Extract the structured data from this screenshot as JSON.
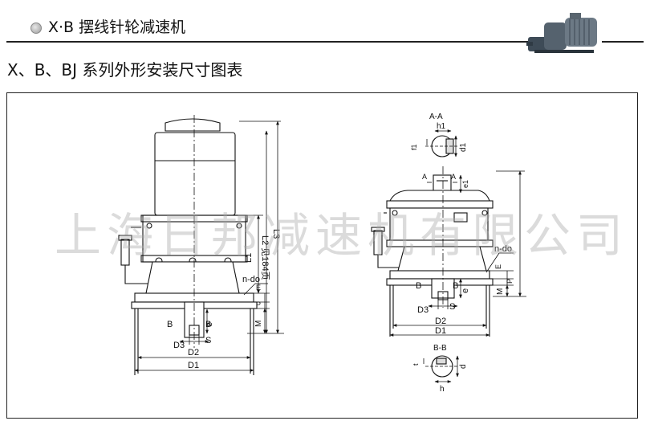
{
  "header": {
    "title": "X·B 摆线针轮减速机",
    "product_photo_icon": "gear-motor-photo-icon"
  },
  "subtitle": "X、B、BJ 系列外形安装尺寸图表",
  "watermark": "上海日邦减速机有限公司",
  "diagram_left": {
    "labels": [
      "L2 见184页",
      "L3",
      "L1",
      "n-do",
      "E",
      "P",
      "M",
      "e",
      "B",
      "B",
      "D3",
      "S",
      "D2",
      "D1"
    ]
  },
  "diagram_right": {
    "labels": [
      "A-A",
      "h1",
      "f1",
      "d1",
      "A",
      "A",
      "e1",
      "n-do",
      "E",
      "B",
      "B",
      "e",
      "M",
      "P",
      "D3",
      "S",
      "D2",
      "D1",
      "B-B",
      "t",
      "d",
      "h"
    ]
  },
  "colors": {
    "line": "#111111",
    "watermark": "#aaaaaa"
  }
}
